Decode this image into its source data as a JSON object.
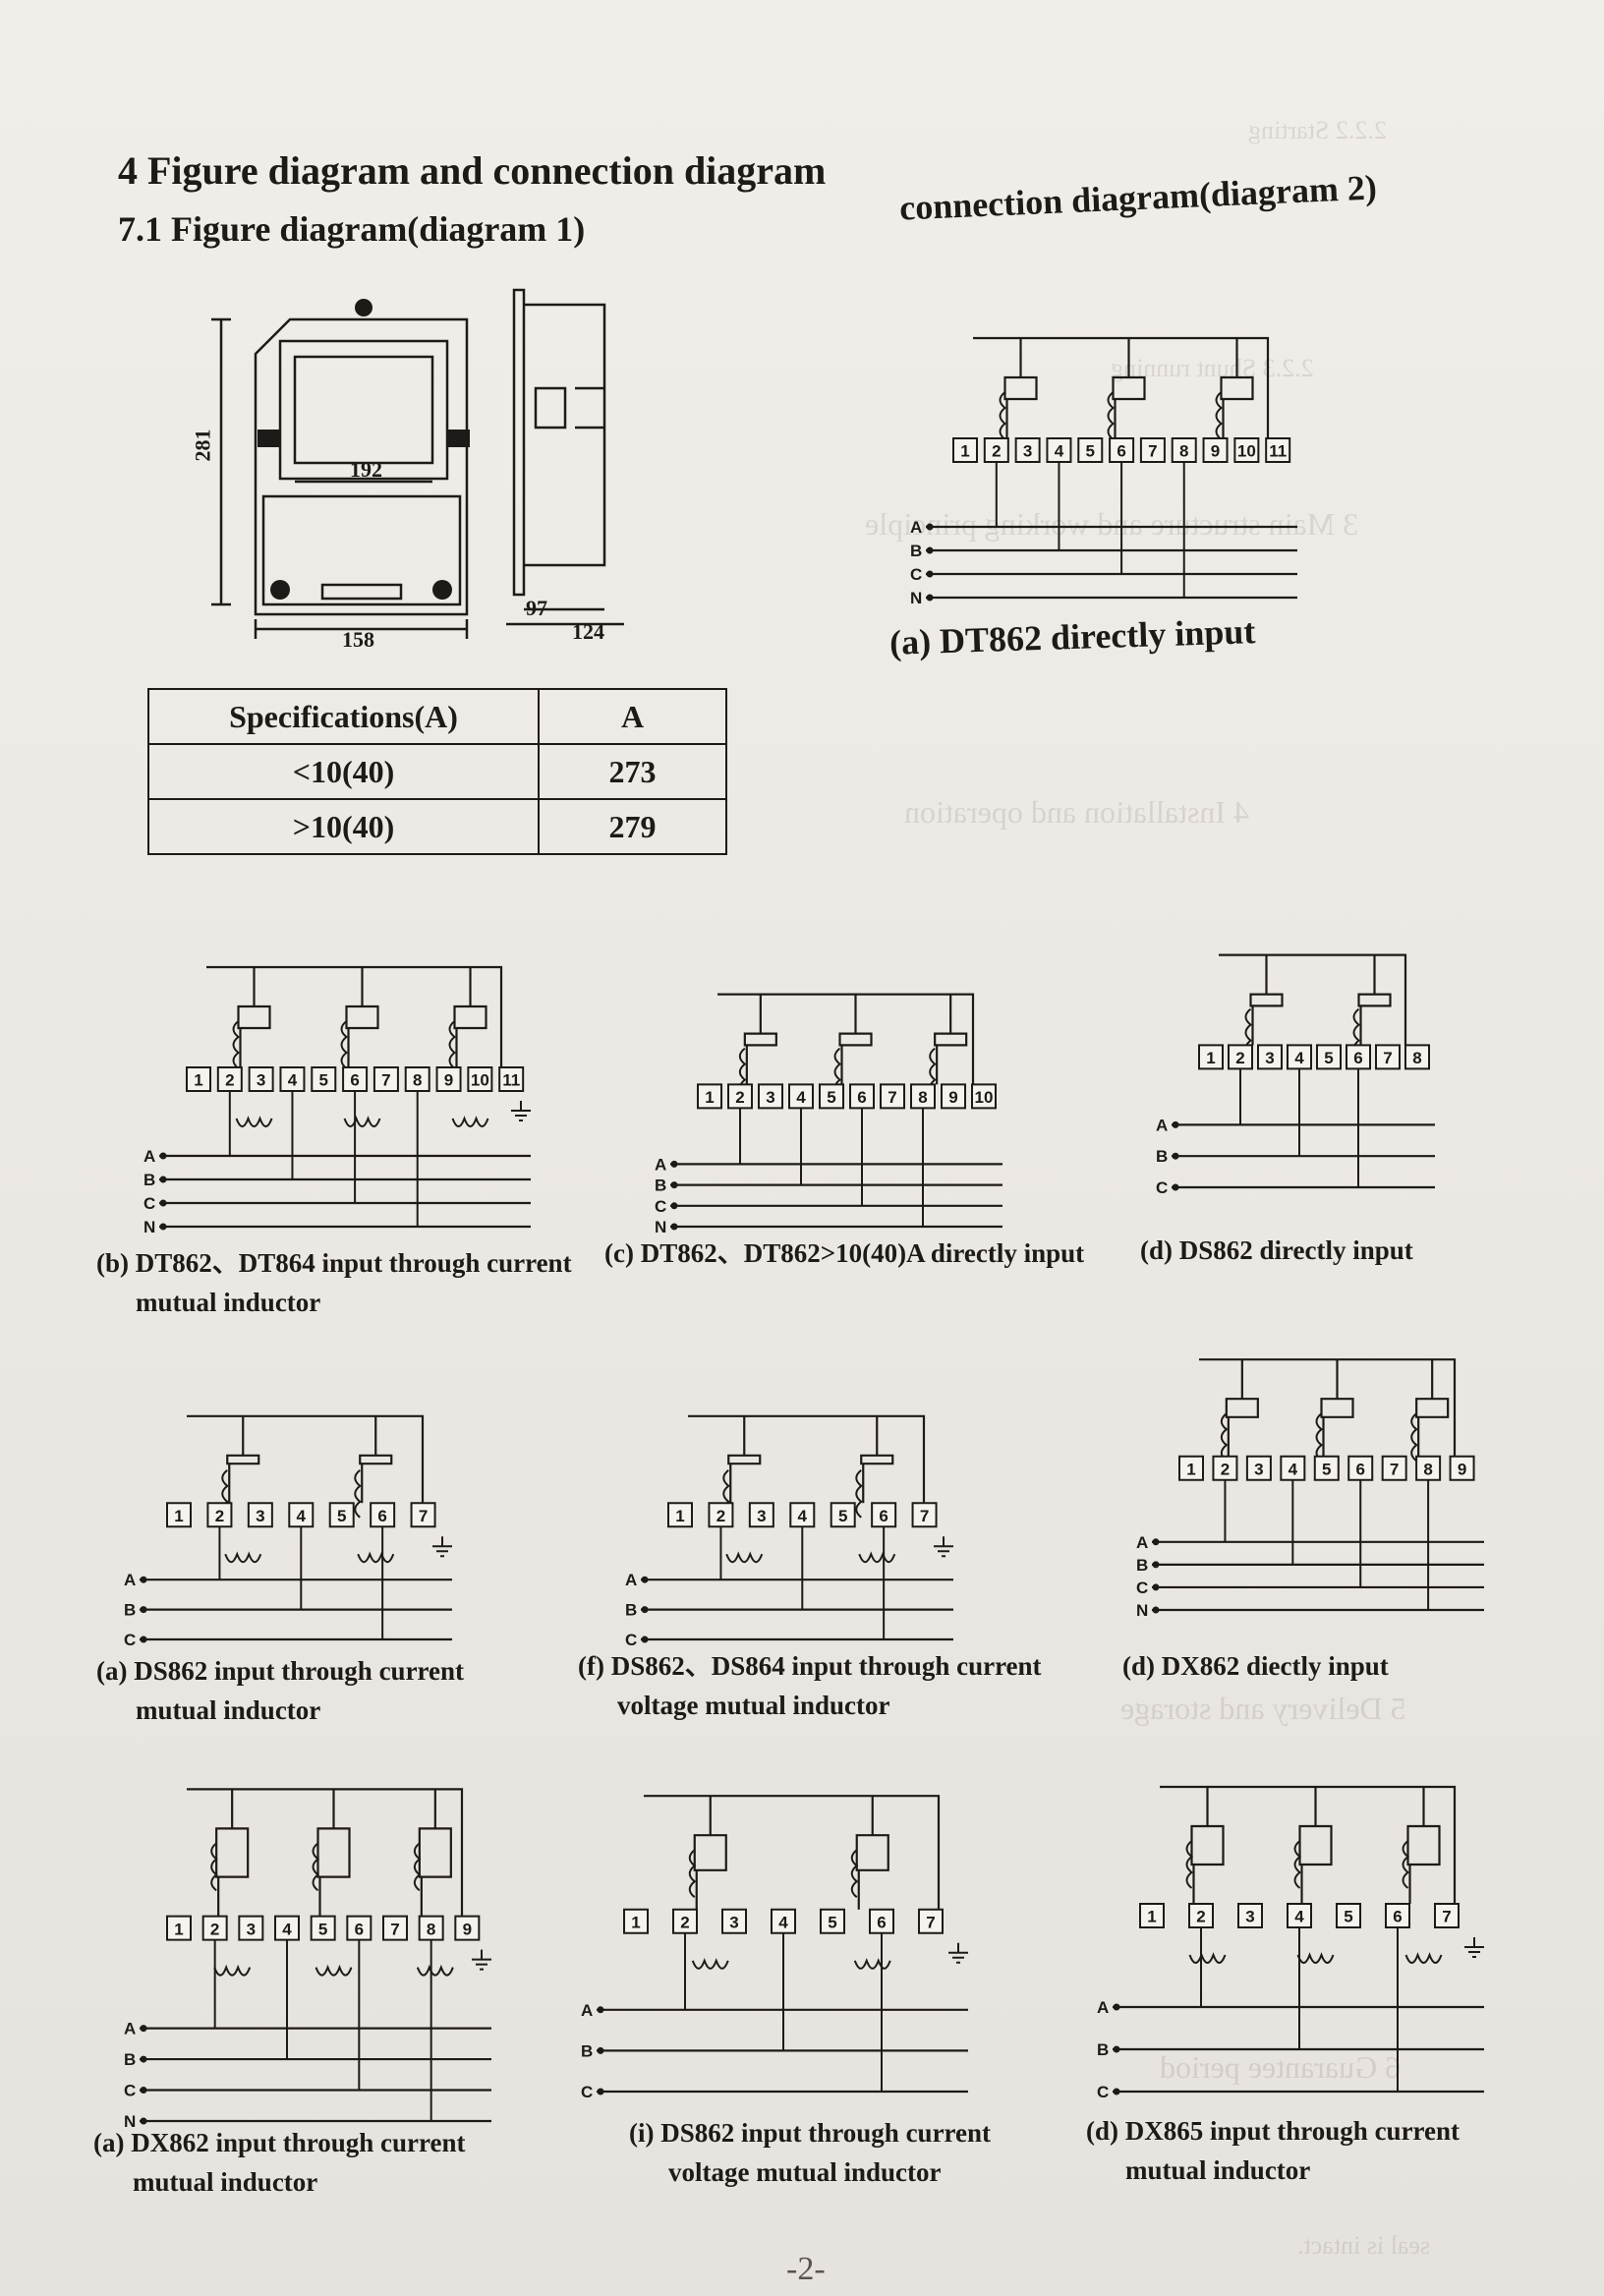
{
  "section": {
    "title": "4    Figure diagram and connection diagram"
  },
  "subsection": {
    "title": "7.1 Figure diagram(diagram 1)"
  },
  "connection": {
    "title": "connection diagram(diagram 2)"
  },
  "dims": {
    "height_label": "281",
    "top_label": "192",
    "width_label": "158",
    "depth_label": "124",
    "inner_label": "97"
  },
  "spec_table": {
    "header": [
      "Specifications(A)",
      "A"
    ],
    "rows": [
      [
        "<10(40)",
        "273"
      ],
      [
        ">10(40)",
        "279"
      ]
    ]
  },
  "captions": {
    "a": "(a) DT862 directly input",
    "b1": "(b) DT862、DT864 input through current",
    "b2": "mutual inductor",
    "c": "(c) DT862、DT862>10(40)A directly input",
    "d": "(d) DS862  directly input",
    "e1": "(a) DS862 input through current",
    "e2": "mutual inductor",
    "f1": "(f) DS862、DS864 input through current",
    "f2": "voltage mutual inductor",
    "g": "(d) DX862  diectly input",
    "h1": "(a) DX862  input through current",
    "h2": "mutual inductor",
    "i1": "(i) DS862 input through current",
    "i2": "voltage mutual inductor",
    "j1": "(d) DX865 input through current",
    "j2": "mutual inductor"
  },
  "phases": {
    "a": "A",
    "b": "B",
    "c": "C",
    "n": "N"
  },
  "terminals": {
    "t1": "1",
    "t2": "2",
    "t3": "3",
    "t4": "4",
    "t5": "5",
    "t6": "6",
    "t7": "7",
    "t8": "8",
    "t9": "9",
    "t10": "10",
    "t11": "11"
  },
  "page_number": "-2-",
  "bleed_through": [
    "2.2.2  Starting",
    "2.2.3  Shunt running",
    "3   Main structure and working principle",
    "4   Installation and operation",
    "5   Delivery and storage",
    "6   Guarantee period",
    "seal is intact."
  ],
  "colors": {
    "paper": "#eeeae6",
    "ink": "#1d1a18",
    "bleed": "#8a8480"
  }
}
